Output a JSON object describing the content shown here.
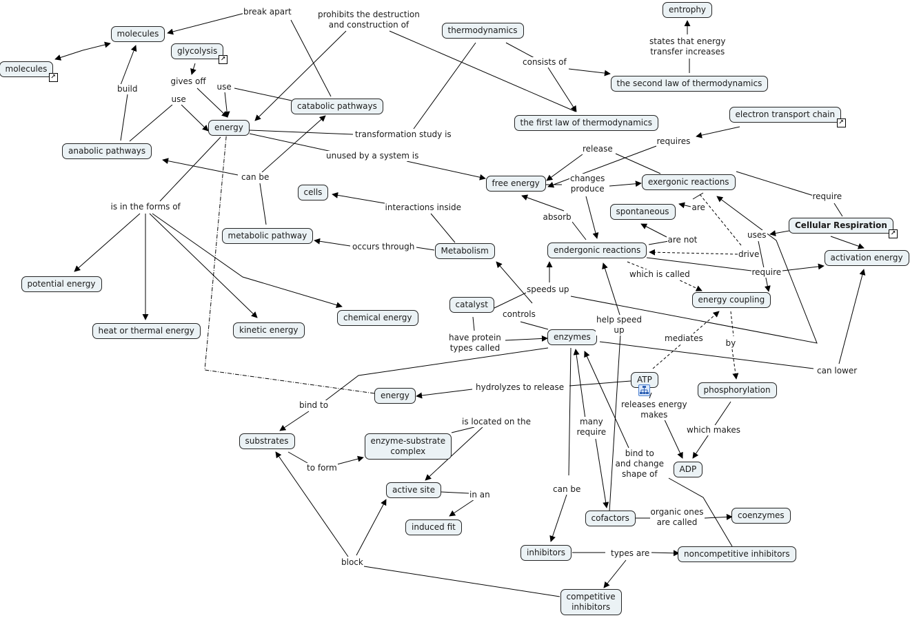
{
  "concepts": [
    {
      "id": "molecules1",
      "text": "molecules"
    },
    {
      "id": "molecules2",
      "text": "molecules",
      "shortcut": true
    },
    {
      "id": "glycolysis",
      "text": "glycolysis",
      "shortcut": true
    },
    {
      "id": "thermodynamics",
      "text": "thermodynamics"
    },
    {
      "id": "entrophy",
      "text": "entrophy"
    },
    {
      "id": "second_law",
      "text": "the second law of thermodynamics"
    },
    {
      "id": "first_law",
      "text": "the first law of thermodynamics"
    },
    {
      "id": "etc",
      "text": "electron transport chain",
      "shortcut": true
    },
    {
      "id": "catabolic",
      "text": "catabolic pathways"
    },
    {
      "id": "energy1",
      "text": "energy"
    },
    {
      "id": "anabolic",
      "text": "anabolic pathways"
    },
    {
      "id": "free_energy",
      "text": "free energy"
    },
    {
      "id": "exergonic",
      "text": "exergonic reactions"
    },
    {
      "id": "cells",
      "text": "cells"
    },
    {
      "id": "spontaneous",
      "text": "spontaneous"
    },
    {
      "id": "cellular_respiration",
      "text": "Cellular Respiration",
      "bold": true,
      "shortcut": true
    },
    {
      "id": "metabolic_pathway",
      "text": "metabolic pathway"
    },
    {
      "id": "metabolism",
      "text": "Metabolism"
    },
    {
      "id": "endergonic",
      "text": "endergonic reactions"
    },
    {
      "id": "activation_energy",
      "text": "activation energy"
    },
    {
      "id": "potential_energy",
      "text": "potential energy"
    },
    {
      "id": "energy_coupling",
      "text": "energy coupling"
    },
    {
      "id": "catalyst",
      "text": "catalyst"
    },
    {
      "id": "chemical_energy",
      "text": "chemical energy"
    },
    {
      "id": "heat_energy",
      "text": "heat or thermal energy"
    },
    {
      "id": "kinetic_energy",
      "text": "kinetic energy"
    },
    {
      "id": "enzymes",
      "text": "enzymes"
    },
    {
      "id": "atp",
      "text": "ATP",
      "submap": true
    },
    {
      "id": "energy2",
      "text": "energy"
    },
    {
      "id": "phosphorylation",
      "text": "phosphorylation"
    },
    {
      "id": "substrates",
      "text": "substrates"
    },
    {
      "id": "es_complex",
      "text": "enzyme-substrate\ncomplex"
    },
    {
      "id": "adp",
      "text": "ADP"
    },
    {
      "id": "active_site",
      "text": "active site"
    },
    {
      "id": "induced_fit",
      "text": "induced fit"
    },
    {
      "id": "cofactors",
      "text": "cofactors"
    },
    {
      "id": "coenzymes",
      "text": "coenzymes"
    },
    {
      "id": "inhibitors",
      "text": "inhibitors"
    },
    {
      "id": "noncompetitive",
      "text": "noncompetitive inhibitors"
    },
    {
      "id": "competitive",
      "text": "competitive\ninhibitors"
    }
  ],
  "linking_phrases": [
    {
      "id": "break_apart",
      "text": "break apart"
    },
    {
      "id": "prohibits",
      "text": "prohibits the destruction\nand construction of"
    },
    {
      "id": "gives_off",
      "text": "gives off"
    },
    {
      "id": "use1",
      "text": "use"
    },
    {
      "id": "use2",
      "text": "use"
    },
    {
      "id": "build",
      "text": "build"
    },
    {
      "id": "consists_of",
      "text": "consists of"
    },
    {
      "id": "states_that",
      "text": "states that energy\ntransfer increases"
    },
    {
      "id": "transformation",
      "text": "transformation study is"
    },
    {
      "id": "unused",
      "text": "unused by a system is"
    },
    {
      "id": "requires",
      "text": "requires"
    },
    {
      "id": "release",
      "text": "release"
    },
    {
      "id": "changes_produce",
      "text": "changes\nproduce"
    },
    {
      "id": "can_be1",
      "text": "can be"
    },
    {
      "id": "is_in_forms",
      "text": "is in the forms of"
    },
    {
      "id": "interactions",
      "text": "interactions inside"
    },
    {
      "id": "occurs_through",
      "text": "occurs through"
    },
    {
      "id": "absorb",
      "text": "absorb"
    },
    {
      "id": "are",
      "text": "are"
    },
    {
      "id": "require1",
      "text": "require"
    },
    {
      "id": "are_not",
      "text": "are not"
    },
    {
      "id": "uses",
      "text": "uses"
    },
    {
      "id": "drive",
      "text": "drive"
    },
    {
      "id": "which_is_called",
      "text": "which is called"
    },
    {
      "id": "require2",
      "text": "require"
    },
    {
      "id": "speeds_up",
      "text": "speeds up"
    },
    {
      "id": "controls",
      "text": "controls"
    },
    {
      "id": "help_speed",
      "text": "help speed\nup"
    },
    {
      "id": "have_protein",
      "text": "have protein\ntypes called"
    },
    {
      "id": "mediates",
      "text": "mediates"
    },
    {
      "id": "by",
      "text": "by"
    },
    {
      "id": "can_lower",
      "text": "can lower"
    },
    {
      "id": "hydrolyzes",
      "text": "hydrolyzes to release"
    },
    {
      "id": "bind_to1",
      "text": "bind to"
    },
    {
      "id": "releases_energy",
      "text": "releases energy\nmakes"
    },
    {
      "id": "is_located",
      "text": "is located on the"
    },
    {
      "id": "which_makes",
      "text": "which makes"
    },
    {
      "id": "many_require",
      "text": "many\nrequire"
    },
    {
      "id": "to_form",
      "text": "to form"
    },
    {
      "id": "bind_change",
      "text": "bind to\nand change\nshape of"
    },
    {
      "id": "in_an",
      "text": "in an"
    },
    {
      "id": "can_be2",
      "text": "can be"
    },
    {
      "id": "organic_ones",
      "text": "organic ones\nare called"
    },
    {
      "id": "types_are",
      "text": "types are"
    },
    {
      "id": "block",
      "text": "block"
    }
  ],
  "colors": {
    "concept_fill": "#ebf2f5",
    "concept_border": "#222222",
    "line": "#000000",
    "background": "#ffffff",
    "submap_icon": "#4a7fd0"
  }
}
